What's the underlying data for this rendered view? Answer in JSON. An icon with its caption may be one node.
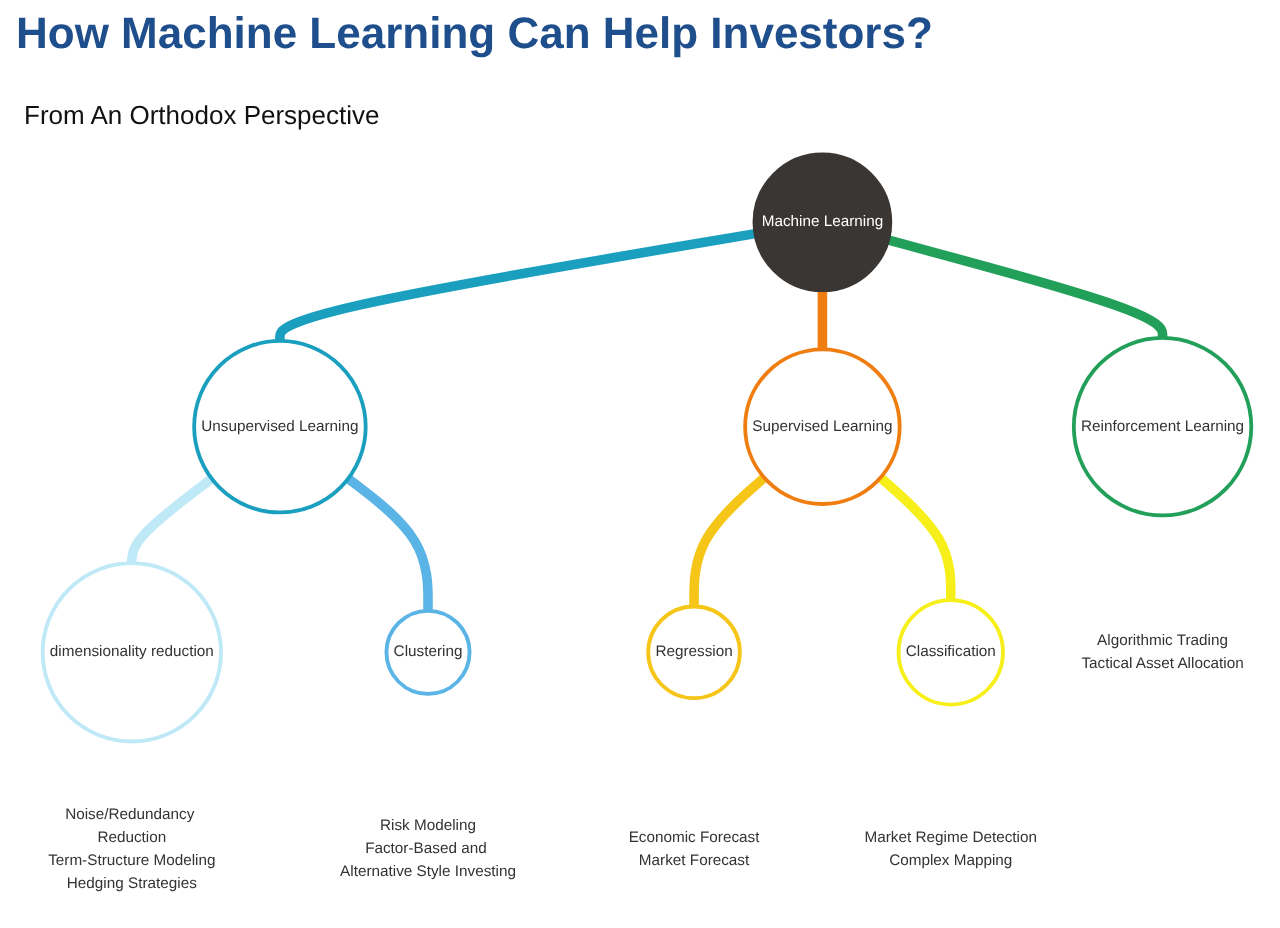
{
  "diagram": {
    "title": "How Machine Learning Can Help Investors?",
    "nodes": [
      {
        "text": [
          "Machine Learning"
        ]
      },
      {
        "text": [
          "Unsupervised Learning"
        ]
      },
      {
        "text": [
          "dimensionality reduction"
        ],
        "beside": [
          "Noise/Redundancy Reduction",
          "Term-Structure Modeling",
          "Hedging Strategies"
        ]
      },
      {
        "text": [
          "Clustering"
        ],
        "beside": [
          "Risk Modeling",
          "Factor-Based and Alternative Style Investing"
        ]
      },
      {
        "text": [
          "Supervised Learning"
        ]
      },
      {
        "text": [
          "Regression"
        ],
        "beside": [
          "Economic Forecast",
          "Market Forecast"
        ]
      },
      {
        "text": [
          "Classification"
        ],
        "beside": [
          "Market Regime Detection",
          "Complex Mapping"
        ]
      },
      {
        "text": [
          "Reinforcement Learning"
        ],
        "beside": [
          "Algorithmic Trading",
          "Tactical Asset Allocation"
        ]
      }
    ],
    "edges": [
      {
        "from": 0,
        "to": 1,
        "arrow": "none",
        "color": "#1a9fbf"
      },
      {
        "from": 1,
        "to": 2,
        "arrow": "none",
        "color": "#bfe9f7"
      },
      {
        "from": 1,
        "to": 3,
        "arrow": "none",
        "color": "#5ab4e5"
      },
      {
        "from": 0,
        "to": 4,
        "arrow": "none",
        "color": "#f07d10"
      },
      {
        "from": 4,
        "to": 5,
        "arrow": "none",
        "color": "#f5c518"
      },
      {
        "from": 4,
        "to": 6,
        "arrow": "none",
        "color": "#f7ef1a"
      },
      {
        "from": 0,
        "to": 7,
        "arrow": "none",
        "color": "#22a05a"
      }
    ],
    "labels": [
      "From An Orthodox Perspective"
    ]
  }
}
